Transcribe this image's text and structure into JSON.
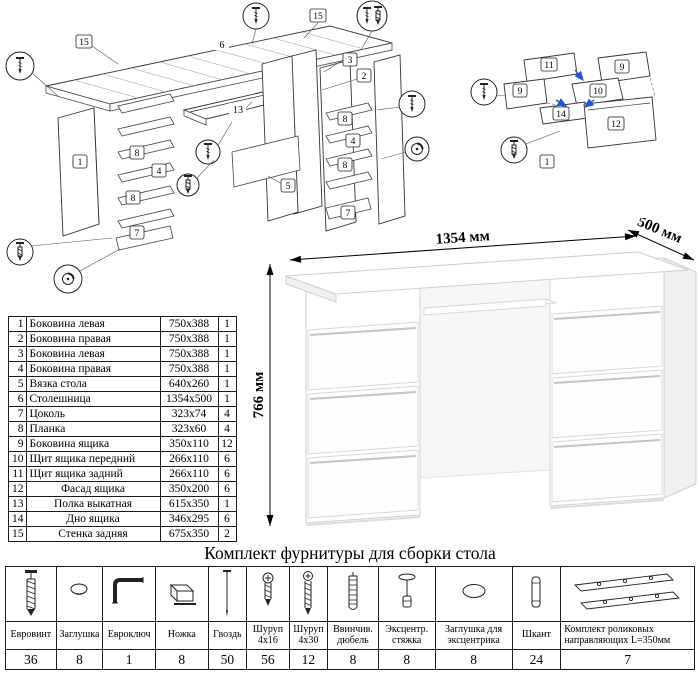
{
  "hardware_title": "Комплект фурнитуры для сборки стола",
  "dimensions": {
    "width": "1354 мм",
    "depth": "500 мм",
    "height": "766 мм"
  },
  "parts_table": {
    "rows": [
      {
        "num": "1",
        "name": "Боковина левая",
        "size": "750x388",
        "qty": "1"
      },
      {
        "num": "2",
        "name": "Боковина правая",
        "size": "750x388",
        "qty": "1"
      },
      {
        "num": "3",
        "name": "Боковина левая",
        "size": "750x388",
        "qty": "1"
      },
      {
        "num": "4",
        "name": "Боковина правая",
        "size": "750x388",
        "qty": "1"
      },
      {
        "num": "5",
        "name": "Вязка стола",
        "size": "640x260",
        "qty": "1"
      },
      {
        "num": "6",
        "name": "Столешница",
        "size": "1354x500",
        "qty": "1"
      },
      {
        "num": "7",
        "name": "Цоколь",
        "size": "323x74",
        "qty": "4"
      },
      {
        "num": "8",
        "name": "Планка",
        "size": "323x60",
        "qty": "4"
      },
      {
        "num": "9",
        "name": "Боковина ящика",
        "size": "350x110",
        "qty": "12"
      },
      {
        "num": "10",
        "name": "Щит ящика передний",
        "size": "266x110",
        "qty": "6"
      },
      {
        "num": "11",
        "name": "Щит ящика задний",
        "size": "266x110",
        "qty": "6"
      },
      {
        "num": "12",
        "name": "Фасад ящика",
        "size": "350x200",
        "qty": "6"
      },
      {
        "num": "13",
        "name": "Полка выкатная",
        "size": "615x350",
        "qty": "1"
      },
      {
        "num": "14",
        "name": "Дно ящика",
        "size": "346x295",
        "qty": "6"
      },
      {
        "num": "15",
        "name": "Стенка задняя",
        "size": "675x350",
        "qty": "2"
      }
    ]
  },
  "hardware_table": {
    "items": [
      {
        "name": "Евровинт",
        "qty": "36",
        "icon": "confirmat-screw-icon"
      },
      {
        "name": "Заглушка",
        "qty": "8",
        "icon": "furniture-cap-icon"
      },
      {
        "name": "Евроключ",
        "qty": "1",
        "icon": "hex-key-icon"
      },
      {
        "name": "Ножка",
        "qty": "8",
        "icon": "furniture-foot-icon"
      },
      {
        "name": "Гвоздь",
        "qty": "50",
        "icon": "nail-icon"
      },
      {
        "name": "Шуруп 4x16",
        "qty": "56",
        "icon": "screw-4x16-icon"
      },
      {
        "name": "Шуруп 4x30",
        "qty": "12",
        "icon": "screw-4x30-icon"
      },
      {
        "name": "Ввинчив. дюбель",
        "qty": "8",
        "icon": "screw-in-dowel-icon"
      },
      {
        "name": "Эксцентр. стяжка",
        "qty": "8",
        "icon": "cam-lock-icon"
      },
      {
        "name": "Заглушка для эксцентрика",
        "qty": "8",
        "icon": "cam-cap-icon"
      },
      {
        "name": "Шкант",
        "qty": "24",
        "icon": "wood-dowel-icon"
      },
      {
        "name": "Комплект роликовых направляющих L=350мм",
        "qty": "7",
        "icon": "drawer-slides-icon"
      }
    ]
  },
  "diagram_labels": {
    "main": [
      "15",
      "6",
      "15",
      "3",
      "2",
      "1",
      "8",
      "4",
      "8",
      "7",
      "8",
      "4",
      "8",
      "7",
      "13",
      "5"
    ],
    "drawer": [
      "11",
      "9",
      "9",
      "10",
      "14",
      "12",
      "1"
    ]
  }
}
